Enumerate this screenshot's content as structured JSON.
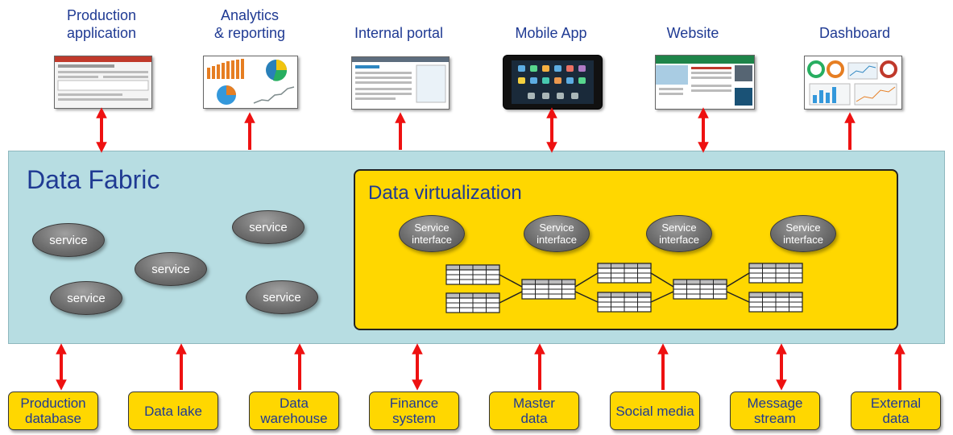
{
  "apps": [
    {
      "label": "Production\napplication",
      "icon": "production-app-screenshot"
    },
    {
      "label": "Analytics\n& reporting",
      "icon": "analytics-screenshot"
    },
    {
      "label": "Internal portal",
      "icon": "portal-screenshot"
    },
    {
      "label": "Mobile App",
      "icon": "tablet-screenshot"
    },
    {
      "label": "Website",
      "icon": "website-screenshot"
    },
    {
      "label": "Dashboard",
      "icon": "dashboard-screenshot"
    }
  ],
  "fabric": {
    "title": "Data Fabric",
    "services": [
      "service",
      "service",
      "service",
      "service",
      "service"
    ]
  },
  "virtualization": {
    "title": "Data virtualization",
    "interfaces": [
      "Service\ninterface",
      "Service\ninterface",
      "Service\ninterface",
      "Service\ninterface"
    ]
  },
  "sources": [
    "Production\ndatabase",
    "Data lake",
    "Data\nwarehouse",
    "Finance\nsystem",
    "Master\ndata",
    "Social media",
    "Message\nstream",
    "External\ndata"
  ],
  "colors": {
    "fabric": "#b7dde2",
    "virtualization": "#ffd700",
    "arrow": "#ee1111",
    "title_text": "#1f3a93"
  }
}
